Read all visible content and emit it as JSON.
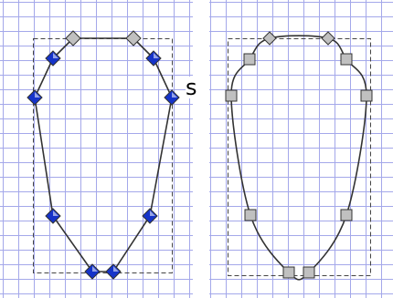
{
  "stray_text": "s",
  "colors": {
    "grid": "#a4a8ea",
    "bbox": "#444444",
    "curve": "#333333",
    "corner_fill": "#1533c9",
    "smooth_fill": "#c0c0c0",
    "handle_outline": "#333333"
  },
  "left_shape": {
    "name": "angular-outline",
    "node_style": "diamond",
    "nodes": [
      {
        "kind": "smooth"
      },
      {
        "kind": "smooth"
      },
      {
        "kind": "corner"
      },
      {
        "kind": "corner"
      },
      {
        "kind": "corner"
      },
      {
        "kind": "corner"
      },
      {
        "kind": "corner"
      },
      {
        "kind": "corner"
      },
      {
        "kind": "corner"
      },
      {
        "kind": "corner"
      }
    ]
  },
  "right_shape": {
    "name": "smooth-outline",
    "node_style": "square",
    "nodes": [
      {
        "kind": "smooth"
      },
      {
        "kind": "smooth"
      },
      {
        "kind": "smooth"
      },
      {
        "kind": "smooth"
      },
      {
        "kind": "smooth"
      },
      {
        "kind": "smooth"
      },
      {
        "kind": "smooth"
      },
      {
        "kind": "smooth"
      },
      {
        "kind": "smooth"
      },
      {
        "kind": "smooth"
      }
    ]
  }
}
